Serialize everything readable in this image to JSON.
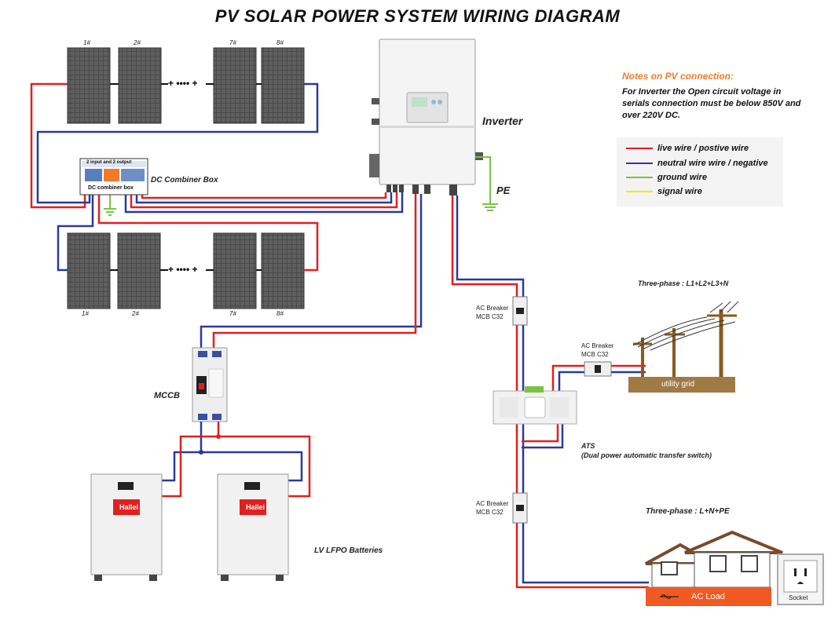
{
  "title": "PV SOLAR POWER SYSTEM WIRING DIAGRAM",
  "notes": {
    "heading": "Notes on PV connection:",
    "body": "For Inverter the Open circuit voltage in serials connection must be below 850V and over 220V DC."
  },
  "legend": [
    {
      "label": "live wire / postive wire",
      "color": "#e02020"
    },
    {
      "label": "neutral wire wire / negative",
      "color": "#2a3a9a"
    },
    {
      "label": "ground wire",
      "color": "#7cc242"
    },
    {
      "label": "signal wire",
      "color": "#f5e600"
    }
  ],
  "panels": {
    "top_labels": [
      "1#",
      "2#",
      "7#",
      "8#"
    ],
    "bottom_labels": [
      "1#",
      "2#",
      "7#",
      "8#"
    ],
    "connector": "+ •••• +"
  },
  "combiner": {
    "top_text": "2 input and 2 output",
    "bottom_text": "DC combiner box",
    "label": "DC Combiner Box"
  },
  "inverter": {
    "label": "Inverter"
  },
  "pe": {
    "label": "PE"
  },
  "mccb": {
    "label": "MCCB"
  },
  "batteries": {
    "label": "LV LFPO Batteries",
    "brand": "Hallei"
  },
  "breakers": {
    "top": {
      "line1": "AC Breaker",
      "line2": "MCB C32"
    },
    "grid": {
      "line1": "AC Breaker",
      "line2": "MCB C32"
    },
    "bottom": {
      "line1": "AC Breaker",
      "line2": "MCB C32"
    }
  },
  "grid": {
    "phase": "Three-phase : L1+L2+L3+N",
    "label": "utility grid"
  },
  "ats": {
    "line1": "ATS",
    "line2": "(Dual power automatic transfer switch)"
  },
  "load": {
    "phase": "Three-phase : L+N+PE",
    "label": "AC Load",
    "socket": "Socket"
  }
}
